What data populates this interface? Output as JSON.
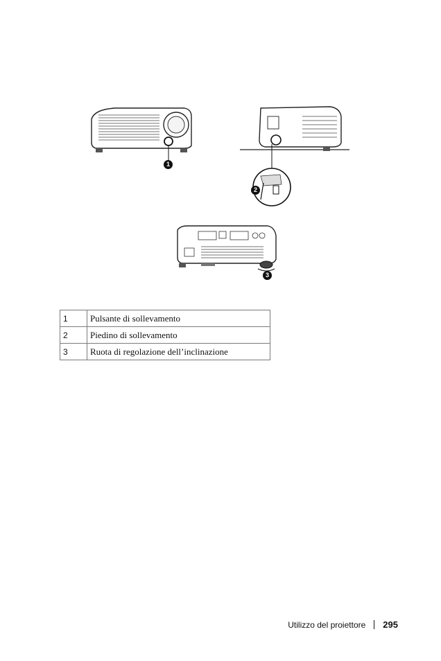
{
  "figure": {
    "callouts": [
      "1",
      "2",
      "3"
    ]
  },
  "legend": {
    "rows": [
      {
        "num": "1",
        "label": "Pulsante di sollevamento"
      },
      {
        "num": "2",
        "label": "Piedino di sollevamento"
      },
      {
        "num": "3",
        "label": "Ruota di regolazione dell’inclinazione"
      }
    ]
  },
  "footer": {
    "section": "Utilizzo del proiettore",
    "page_number": "295"
  }
}
